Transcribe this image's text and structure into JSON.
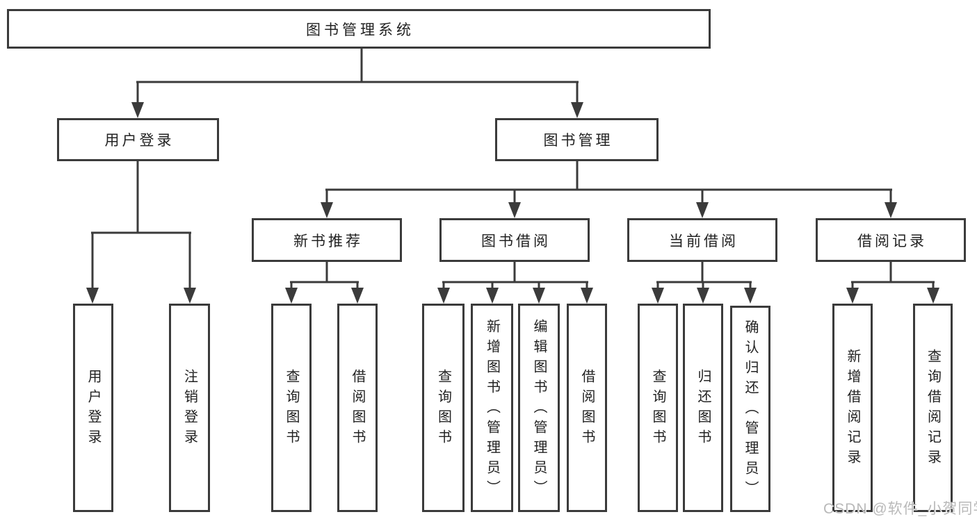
{
  "title": {
    "label": "图书管理系统"
  },
  "level2": {
    "user_login": "用户登录",
    "book_management": "图书管理"
  },
  "level3": {
    "new_book_recommendation": "新书推荐",
    "book_borrowing": "图书借阅",
    "current_borrowing": "当前借阅",
    "borrowing_records": "借阅记录"
  },
  "leaves": {
    "user_login": [
      "用户登录",
      "注销登录"
    ],
    "new_book_recommendation": [
      "查询图书",
      "借阅图书"
    ],
    "book_borrowing": [
      "查询图书",
      "新增图书（管理员）",
      "编辑图书（管理员）",
      "借阅图书"
    ],
    "current_borrowing": [
      "查询图书",
      "归还图书",
      "确认归还（管理员）"
    ],
    "borrowing_records": [
      "新增借阅记录",
      "查询借阅记录"
    ]
  },
  "watermark": "CSDN @软件_小贺同学",
  "colors": {
    "line": "#3b3b3b",
    "text": "#222222",
    "background": "#ffffff",
    "watermark": "#b9b9b9"
  }
}
